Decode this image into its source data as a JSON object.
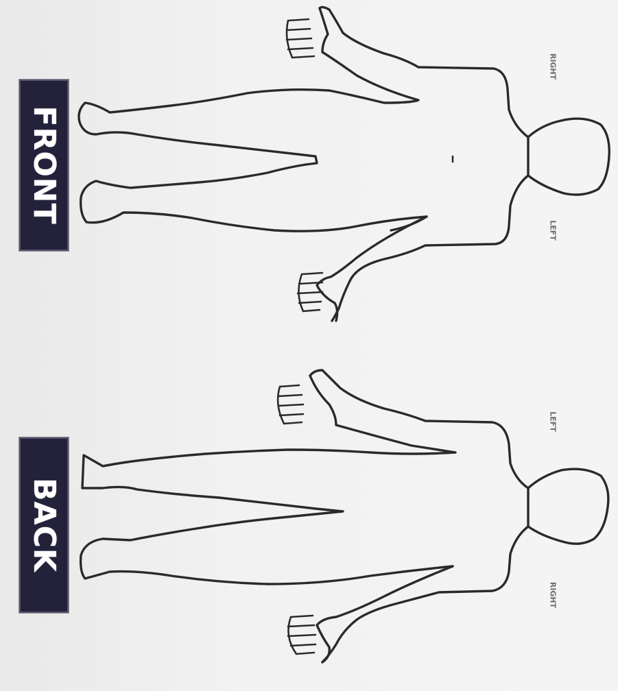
{
  "labels": {
    "front": "FRONT",
    "back": "BACK"
  },
  "side_marks": {
    "front_top": "RIGHT",
    "front_bottom": "LEFT",
    "back_top": "LEFT",
    "back_bottom": "RIGHT"
  }
}
